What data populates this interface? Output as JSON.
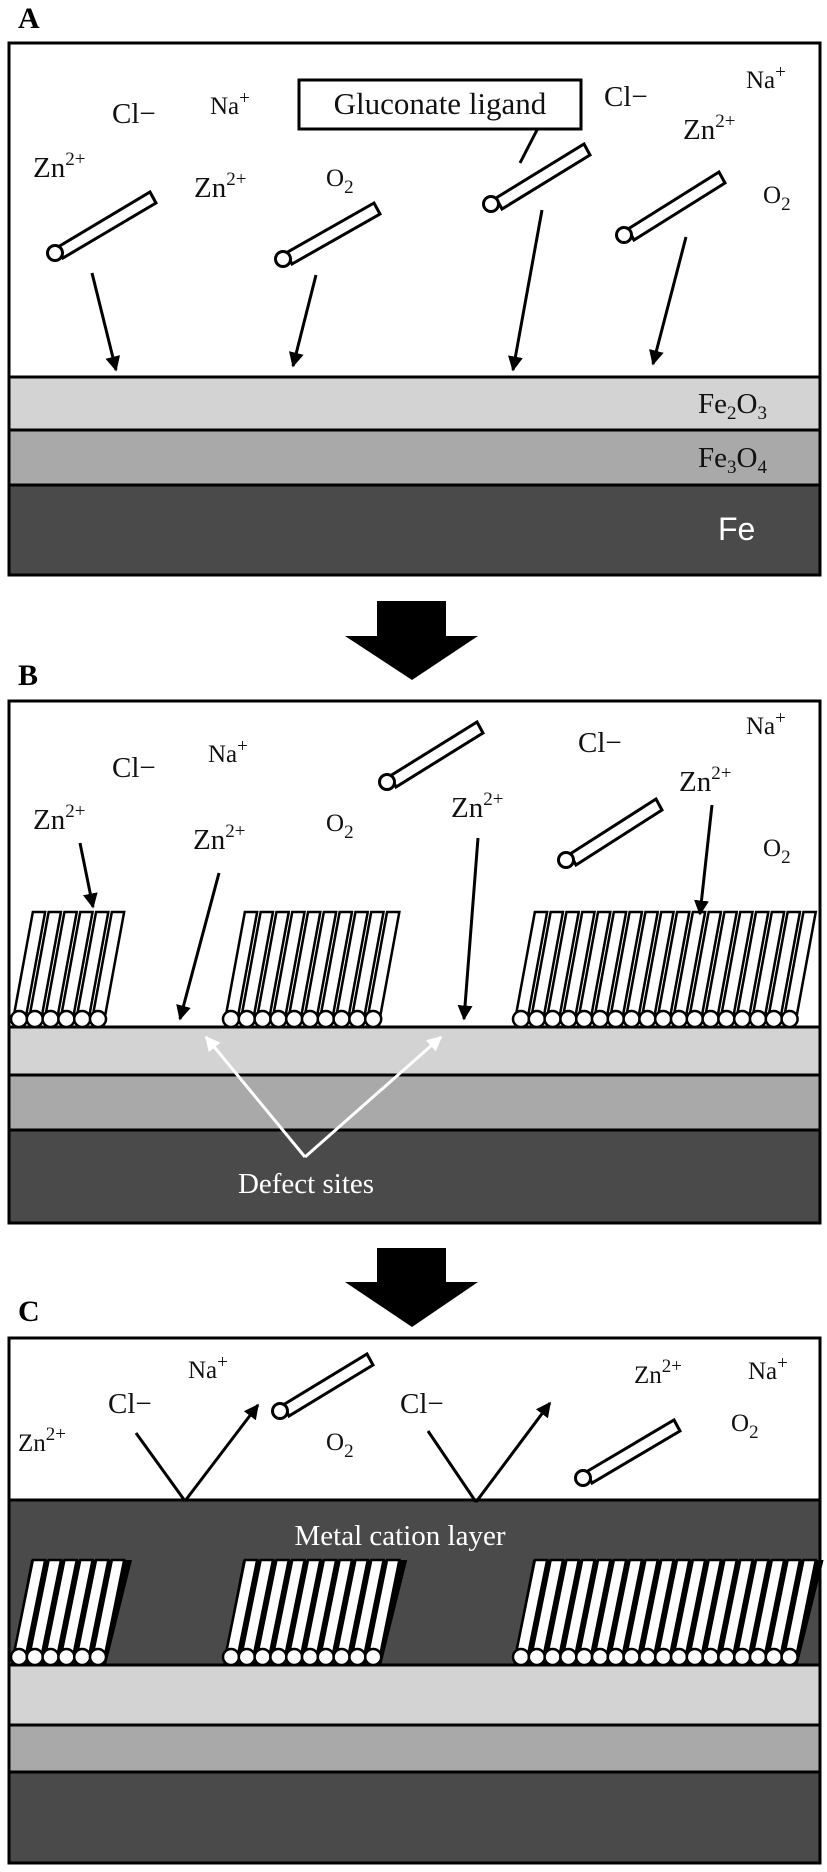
{
  "panels": {
    "a": {
      "letter": "A"
    },
    "b": {
      "letter": "B"
    },
    "c": {
      "letter": "C"
    }
  },
  "ions": {
    "cl": "Cl",
    "cl_charge": "−",
    "na": "Na",
    "na_charge": "+",
    "zn": "Zn",
    "zn_charge": "2+",
    "o": "O",
    "o_sub": "2"
  },
  "layers": {
    "fe2o3_base": "Fe",
    "fe2o3_sub1": "2",
    "fe2o3_o": "O",
    "fe2o3_sub2": "3",
    "fe3o4_base": "Fe",
    "fe3o4_sub1": "3",
    "fe3o4_o": "O",
    "fe3o4_sub2": "4",
    "fe": "Fe"
  },
  "callouts": {
    "gluconate": "Gluconate ligand",
    "defect_sites": "Defect sites",
    "metal_cation_layer": "Metal cation layer"
  },
  "colors": {
    "fe2o3": "#d3d3d3",
    "fe3o4": "#a9a9a9",
    "fe": "#4a4a4a",
    "outline": "#000000"
  }
}
